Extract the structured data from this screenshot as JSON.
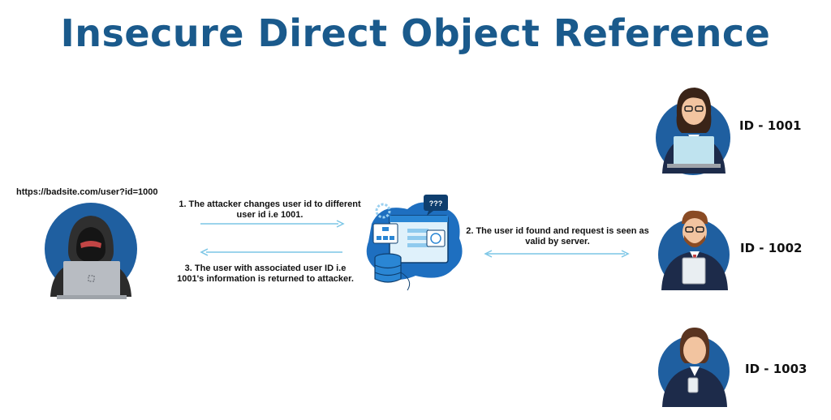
{
  "title": "Insecure Direct Object Reference",
  "attacker": {
    "url": "https://badsite.com/user?id=1000"
  },
  "steps": {
    "step1": "1. The attacker changes user id to different user id i.e 1001.",
    "step2": "2. The user id found and request is seen as valid by server.",
    "step3": "3. The user with associated user ID i.e 1001's information is returned to attacker."
  },
  "server": {
    "bubble_text": "???"
  },
  "users": [
    {
      "label": "ID - 1001"
    },
    {
      "label": "ID - 1002"
    },
    {
      "label": "ID - 1003"
    }
  ],
  "colors": {
    "title": "#1a5a8c",
    "avatar_bg": "#1f5fa0",
    "arrow": "#7cc6e6"
  }
}
